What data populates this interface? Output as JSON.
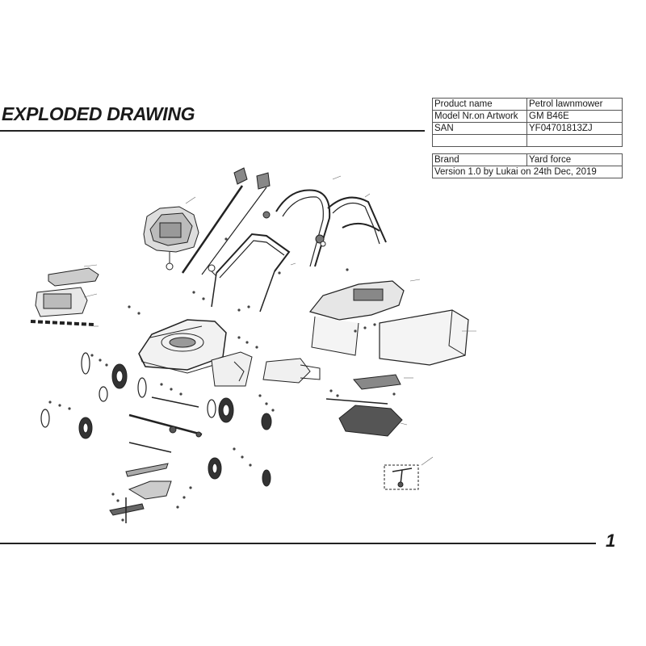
{
  "header": {
    "title": "EXPLODED DRAWING"
  },
  "info": {
    "rows": [
      {
        "label": "Product name",
        "value": "Petrol lawnmower"
      },
      {
        "label": "Model Nr.on Artwork",
        "value": "GM B46E"
      },
      {
        "label": "SAN",
        "value": "YF04701813ZJ"
      },
      {
        "label": "Brand",
        "value": "Yard force"
      }
    ],
    "version": "Version 1.0 by Lukai on 24th Dec, 2019"
  },
  "footer": {
    "page_number": "1"
  }
}
